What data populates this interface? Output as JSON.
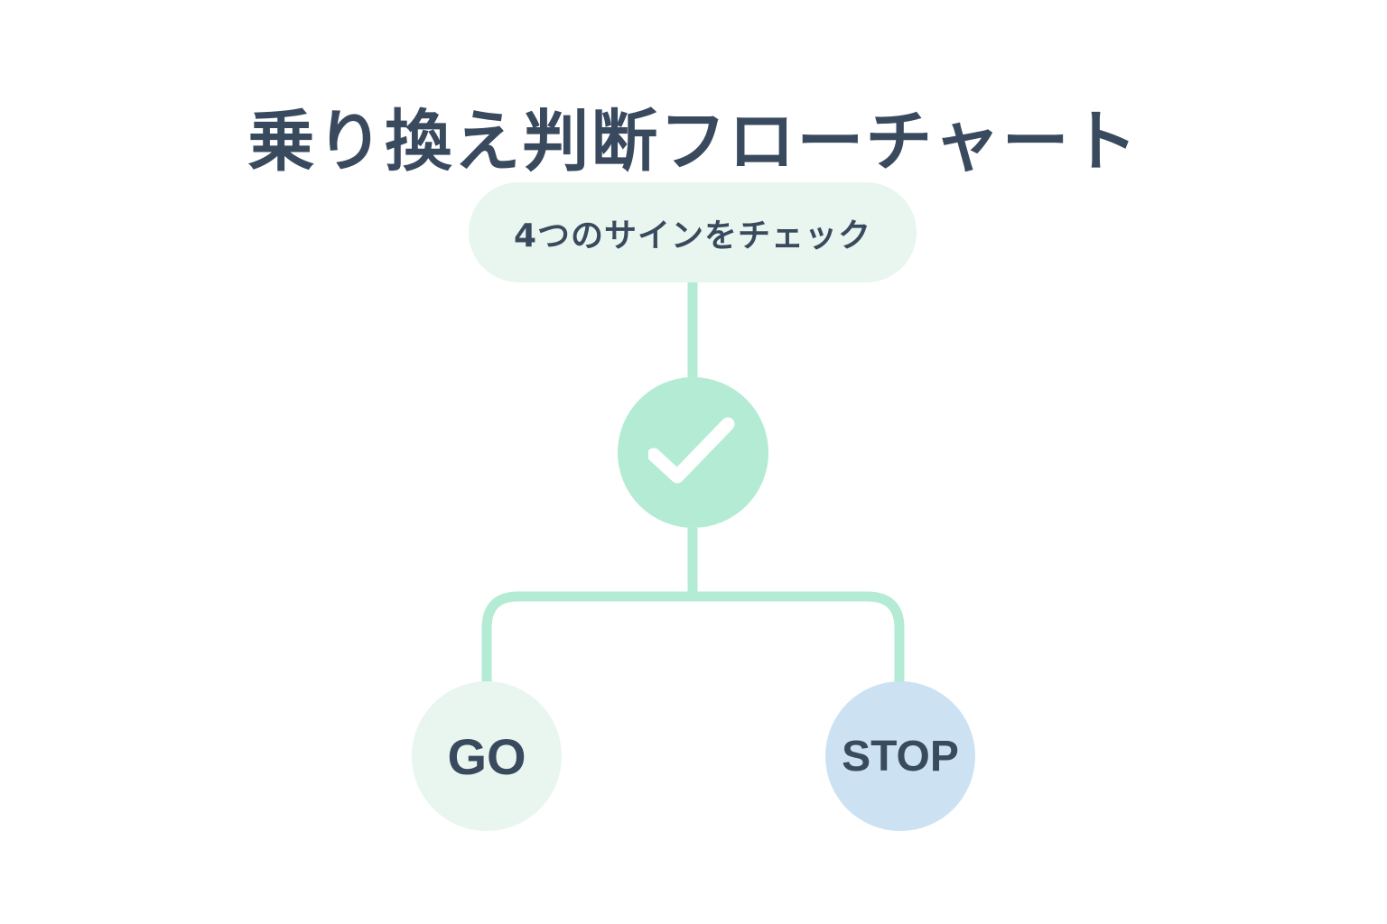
{
  "title": "乗り換え判断フローチャート",
  "start_node": {
    "label": "4つのサインをチェック"
  },
  "decision_node": {
    "icon": "check-icon"
  },
  "outcomes": {
    "go_label": "GO",
    "stop_label": "STOP"
  },
  "colors": {
    "text": "#3a4a5e",
    "connector": "#b3ebd4",
    "check_node_fill": "#b3ebd4",
    "start_fill": "#e8f6ef",
    "go_fill": "#e8f6ef",
    "stop_fill": "#cce2f3",
    "check_mark": "#ffffff"
  }
}
